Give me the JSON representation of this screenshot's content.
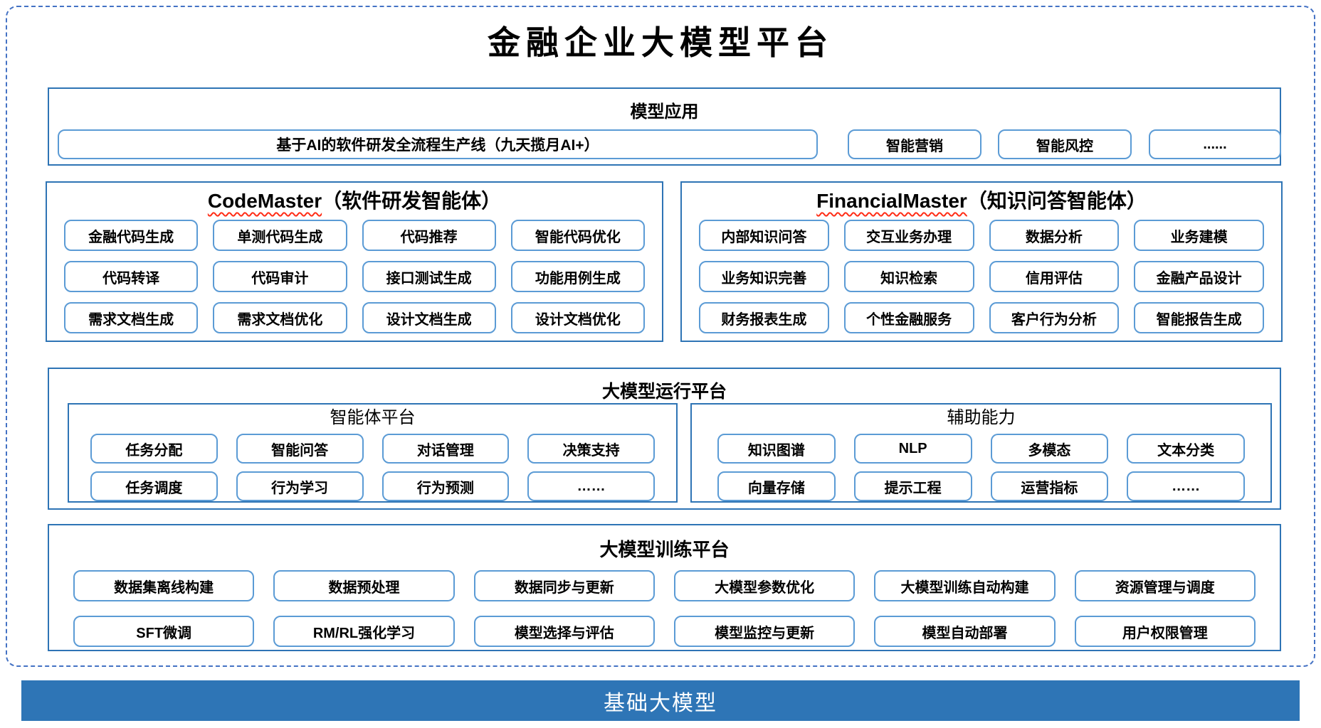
{
  "colors": {
    "frame_border": "#4472C4",
    "section_border": "#2E74B5",
    "button_border": "#5B9BD5",
    "foundation_bg": "#2E75B6",
    "underline": "#FF2D16",
    "text": "#000000"
  },
  "title": "金融企业大模型平台",
  "model_app": {
    "header": "模型应用",
    "pipeline_button": "基于AI的软件研发全流程生产线（九天揽月AI+）",
    "buttons": [
      "智能营销",
      "智能风控",
      "......"
    ]
  },
  "agents": [
    {
      "name_en": "CodeMaster",
      "name_suffix": "（软件研发智能体）",
      "buttons": [
        "金融代码生成",
        "单测代码生成",
        "代码推荐",
        "智能代码优化",
        "代码转译",
        "代码审计",
        "接口测试生成",
        "功能用例生成",
        "需求文档生成",
        "需求文档优化",
        "设计文档生成",
        "设计文档优化"
      ]
    },
    {
      "name_en": "FinancialMaster",
      "name_suffix": "（知识问答智能体）",
      "buttons": [
        "内部知识问答",
        "交互业务办理",
        "数据分析",
        "业务建模",
        "业务知识完善",
        "知识检索",
        "信用评估",
        "金融产品设计",
        "财务报表生成",
        "个性金融服务",
        "客户行为分析",
        "智能报告生成"
      ]
    }
  ],
  "runtime": {
    "header": "大模型运行平台",
    "subsections": [
      {
        "header": "智能体平台",
        "buttons": [
          "任务分配",
          "智能问答",
          "对话管理",
          "决策支持",
          "任务调度",
          "行为学习",
          "行为预测",
          "……"
        ]
      },
      {
        "header": "辅助能力",
        "buttons": [
          "知识图谱",
          "NLP",
          "多模态",
          "文本分类",
          "向量存储",
          "提示工程",
          "运营指标",
          "……"
        ]
      }
    ]
  },
  "training": {
    "header": "大模型训练平台",
    "buttons": [
      "数据集离线构建",
      "数据预处理",
      "数据同步与更新",
      "大模型参数优化",
      "大模型训练自动构建",
      "资源管理与调度",
      "SFT微调",
      "RM/RL强化学习",
      "模型选择与评估",
      "模型监控与更新",
      "模型自动部署",
      "用户权限管理"
    ]
  },
  "foundation": {
    "label": "基础大模型"
  }
}
